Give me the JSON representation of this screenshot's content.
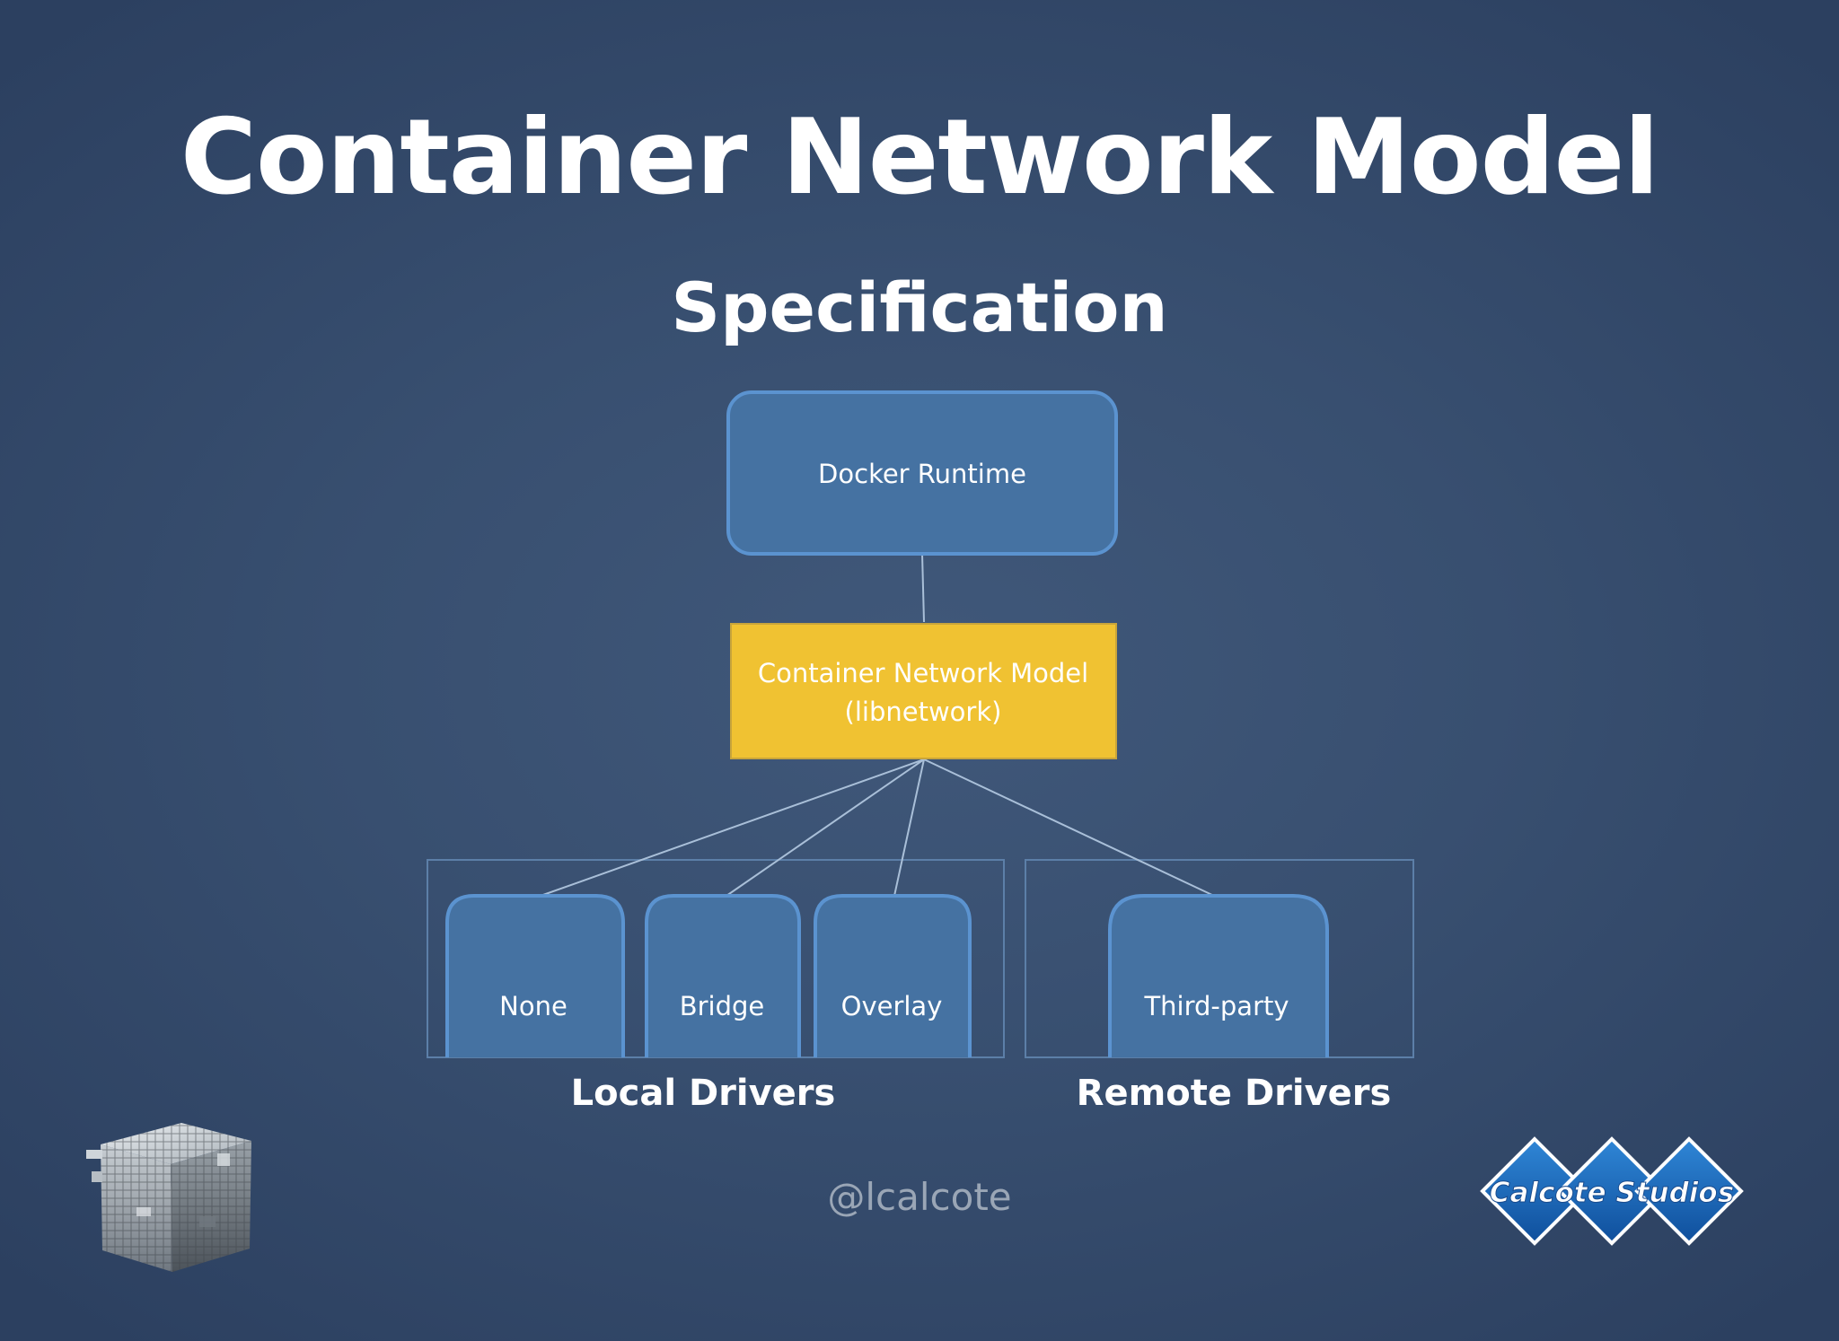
{
  "slide": {
    "title": "Container Network Model",
    "subtitle": "Specification",
    "handle": "@lcalcote"
  },
  "diagram": {
    "runtime": "Docker Runtime",
    "cnm_line1": "Container Network Model",
    "cnm_line2": "(libnetwork)",
    "drivers": {
      "none": "None",
      "bridge": "Bridge",
      "overlay": "Overlay",
      "third_party": "Third-party"
    },
    "groups": {
      "local": "Local Drivers",
      "remote": "Remote Drivers"
    }
  },
  "logos": {
    "cube": "cube-logo",
    "studio": "Calcote Studios"
  },
  "colors": {
    "background": "#384f70",
    "node_blue": "#4572a2",
    "node_border": "#5b93d0",
    "cnm_yellow": "#f0c232",
    "connector": "#a9bfd8"
  }
}
